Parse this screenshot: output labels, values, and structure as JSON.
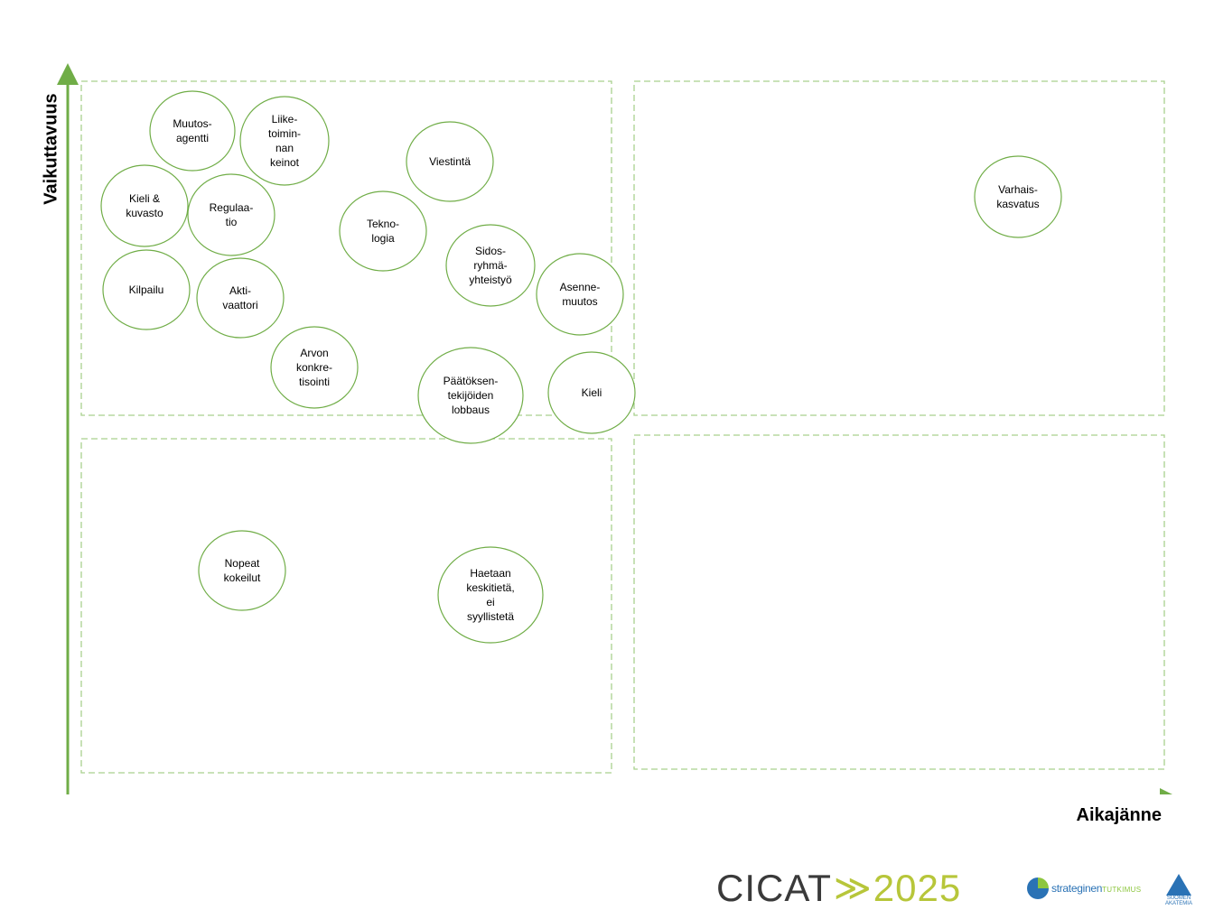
{
  "axes": {
    "y_label": "Vaikuttavuus",
    "x_label": "Aikajänne"
  },
  "nodes": [
    {
      "id": "muutosagentti",
      "lines": [
        "Muutos-",
        "agentti"
      ]
    },
    {
      "id": "liiketoiminnan-keinot",
      "lines": [
        "Liike-",
        "toimin-",
        "nan",
        "keinot"
      ]
    },
    {
      "id": "viestinta",
      "lines": [
        "Viestintä"
      ]
    },
    {
      "id": "kieli-kuvasto",
      "lines": [
        "Kieli &",
        "kuvasto"
      ]
    },
    {
      "id": "regulaatio",
      "lines": [
        "Regulaa-",
        "tio"
      ]
    },
    {
      "id": "teknologia",
      "lines": [
        "Tekno-",
        "logia"
      ]
    },
    {
      "id": "sidosryhmayhteistyo",
      "lines": [
        "Sidos-",
        "ryhmä-",
        "yhteistyö"
      ]
    },
    {
      "id": "asennemuutos",
      "lines": [
        "Asenne-",
        "muutos"
      ]
    },
    {
      "id": "kilpailu",
      "lines": [
        "Kilpailu"
      ]
    },
    {
      "id": "aktivaattori",
      "lines": [
        "Akti-",
        "vaattori"
      ]
    },
    {
      "id": "arvon-konkretisointi",
      "lines": [
        "Arvon",
        "konkre-",
        "tisointi"
      ]
    },
    {
      "id": "paatoksentekijoiden-lobbaus",
      "lines": [
        "Päätöksen-",
        "tekijöiden",
        "lobbaus"
      ]
    },
    {
      "id": "kieli",
      "lines": [
        "Kieli"
      ]
    },
    {
      "id": "varhaiskasvatus",
      "lines": [
        "Varhais-",
        "kasvatus"
      ]
    },
    {
      "id": "nopeat-kokeilut",
      "lines": [
        "Nopeat",
        "kokeilut"
      ]
    },
    {
      "id": "haetaan-keskitieta",
      "lines": [
        "Haetaan",
        "keskitietä,",
        "ei",
        "syyllistetä"
      ]
    }
  ],
  "logos": {
    "cicat": {
      "word": "CICAT",
      "chevrons": "≫",
      "year": "2025"
    },
    "strateginen": {
      "a": "strateginen",
      "b": "TUTKIMUS"
    },
    "suomen_akatemia": {
      "line1": "SUOMEN",
      "line2": "AKATEMIA"
    }
  },
  "colors": {
    "axis": "#70ad47",
    "quadrant_border": "#a9d18e",
    "circle_border": "#70ad47",
    "text": "#000000"
  }
}
